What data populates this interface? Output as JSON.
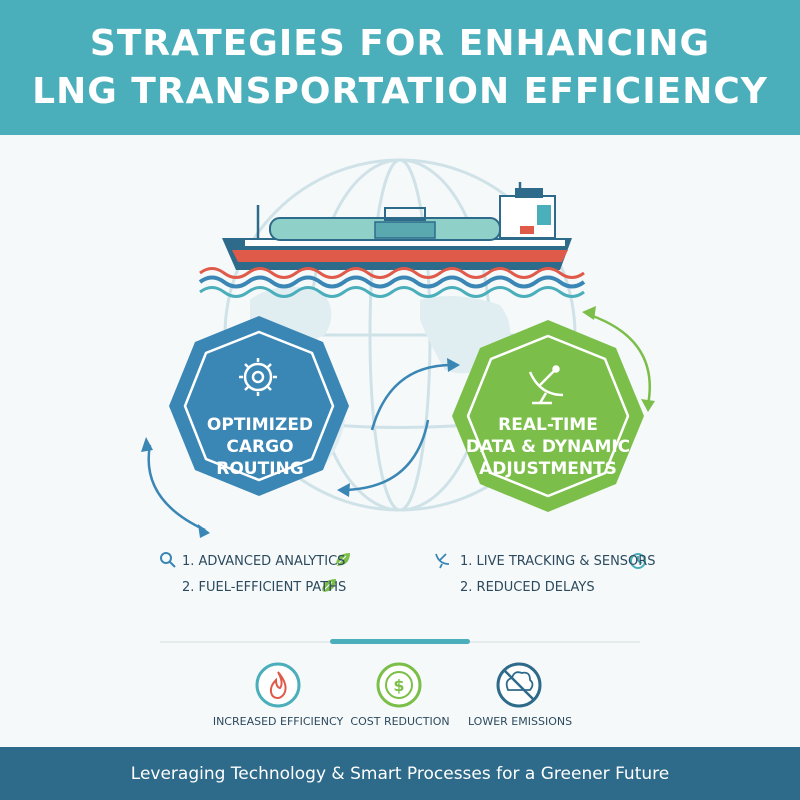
{
  "header": {
    "title_line1": "STRATEGIES FOR ENHANCING",
    "title_line2": "LNG TRANSPORTATION EFFICIENCY"
  },
  "strategies": [
    {
      "name_lines": [
        "OPTIMIZED",
        "CARGO",
        "ROUTING"
      ],
      "icon": "gear-icon",
      "color": "#3a86b5",
      "items": [
        {
          "text": "1. ADVANCED ANALYTICS",
          "lead_icon": "magnifier-icon",
          "trail_icon": "leaf-icon"
        },
        {
          "text": "2. FUEL-EFFICIENT PATHS",
          "trail_icon": "leaf-icon"
        }
      ]
    },
    {
      "name_lines": [
        "REAL-TIME",
        "DATA & DYNAMIC",
        "ADJUSTMENTS"
      ],
      "icon": "satellite-dish-icon",
      "color": "#7bbf4a",
      "items": [
        {
          "text": "1. LIVE TRACKING & SENSORS",
          "lead_icon": "satellite-dish-icon",
          "trail_icon": "clock-icon"
        },
        {
          "text": "2. REDUCED DELAYS"
        }
      ]
    }
  ],
  "benefits": [
    {
      "label": "INCREASED EFFICIENCY",
      "icon": "flame-icon",
      "color": "#4aaebb"
    },
    {
      "label": "COST REDUCTION",
      "icon": "dollar-icon",
      "color": "#7bbf4a"
    },
    {
      "label": "LOWER EMISSIONS",
      "icon": "no-co2-icon",
      "color": "#2e6a8a"
    }
  ],
  "footer": {
    "tagline": "Leveraging Technology & Smart Processes for a Greener Future"
  }
}
